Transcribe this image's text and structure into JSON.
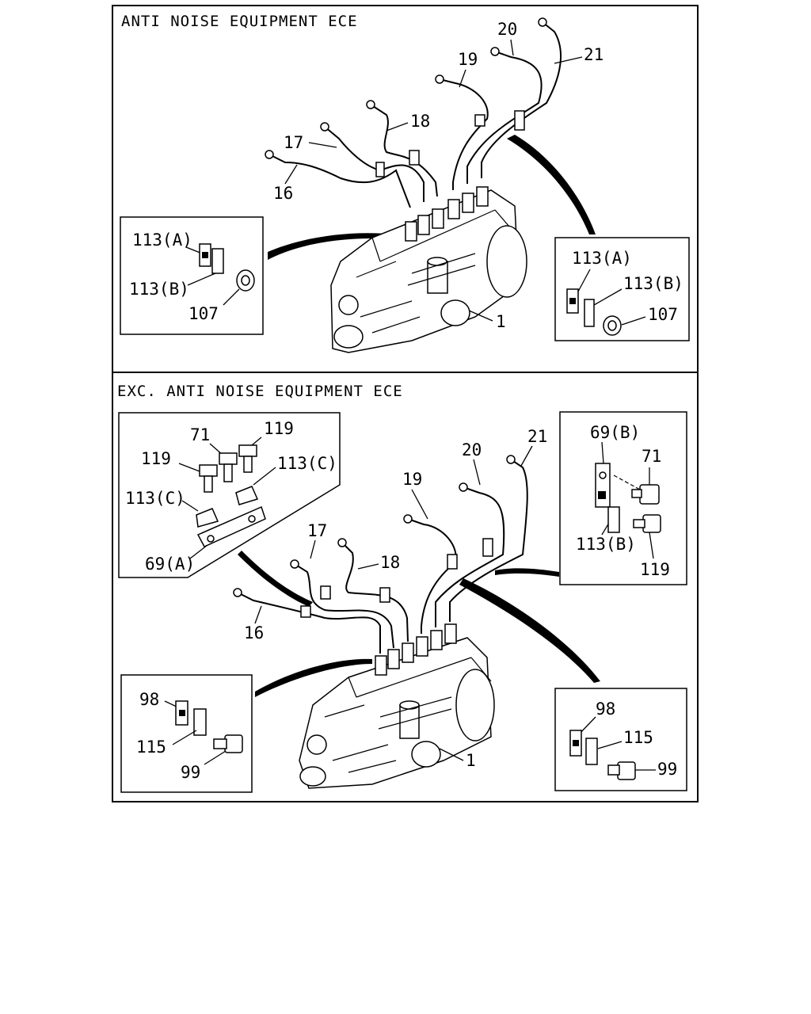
{
  "top_section": {
    "title": "ANTI NOISE EQUIPMENT ECE",
    "labels": {
      "p16": "16",
      "p17": "17",
      "p18": "18",
      "p19": "19",
      "p20": "20",
      "p21": "21",
      "p1": "1",
      "left_inset": {
        "a": "113(A)",
        "b": "113(B)",
        "nut": "107"
      },
      "right_inset": {
        "a": "113(A)",
        "b": "113(B)",
        "nut": "107"
      }
    }
  },
  "bottom_section": {
    "title": "EXC. ANTI NOISE EQUIPMENT ECE",
    "labels": {
      "p16": "16",
      "p17": "17",
      "p18": "18",
      "p19": "19",
      "p20": "20",
      "p21": "21",
      "p1": "1",
      "upper_left_inset": {
        "bolt71": "71",
        "bolt119a": "119",
        "bolt119b": "119",
        "clamp_c_right": "113(C)",
        "clamp_c_left": "113(C)",
        "bracket": "69(A)"
      },
      "upper_right_inset": {
        "bracket": "69(B)",
        "bolt71": "71",
        "clamp_b": "113(B)",
        "bolt119": "119"
      },
      "lower_left_inset": {
        "clip": "98",
        "clamp": "115",
        "bolt": "99"
      },
      "lower_right_inset": {
        "clip": "98",
        "clamp": "115",
        "bolt": "99"
      }
    }
  }
}
